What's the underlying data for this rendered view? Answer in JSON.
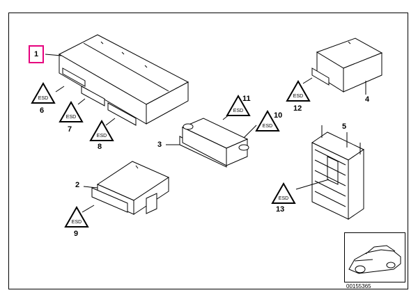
{
  "diagram": {
    "callouts": [
      "1",
      "2",
      "3",
      "4",
      "5",
      "6",
      "7",
      "8",
      "9",
      "10",
      "11",
      "12",
      "13"
    ],
    "warning_symbol_text": "ESD",
    "drawing_code": "00155365",
    "highlight_color": "#e6007e"
  }
}
